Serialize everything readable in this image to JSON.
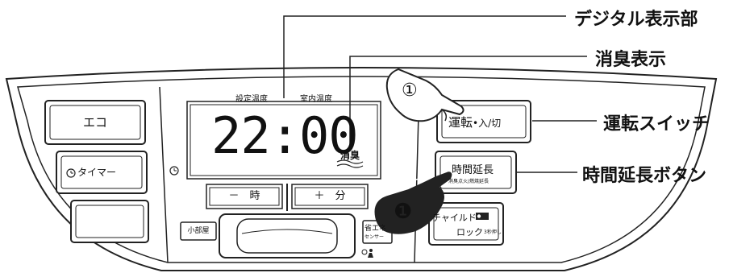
{
  "callouts": {
    "digital_display": "デジタル表示部",
    "deodorize_display": "消臭表示",
    "power_switch": "運転スイッチ",
    "extend_button": "時間延長ボタン"
  },
  "display": {
    "set_temp_label": "設定温度",
    "room_temp_label": "室内温度",
    "time": "22:00",
    "deodorize_label": "消臭"
  },
  "buttons": {
    "eco": "エコ",
    "timer": "タイマー",
    "power_main": "運転",
    "power_sub": "•入/切",
    "extend_main": "時間延長",
    "extend_sub": "消臭点火/燃焼延長",
    "hour": "－　時",
    "minute": "＋　分",
    "small_room": "小部屋",
    "energy_saving": "省エネ",
    "energy_saving_sub": "センサー",
    "child_lock_main": "チャイルド",
    "child_lock_sub": "ロック",
    "child_lock_note": "3秒押し"
  },
  "markers": {
    "step_1_outline": "①",
    "step_1_filled": "❶"
  }
}
